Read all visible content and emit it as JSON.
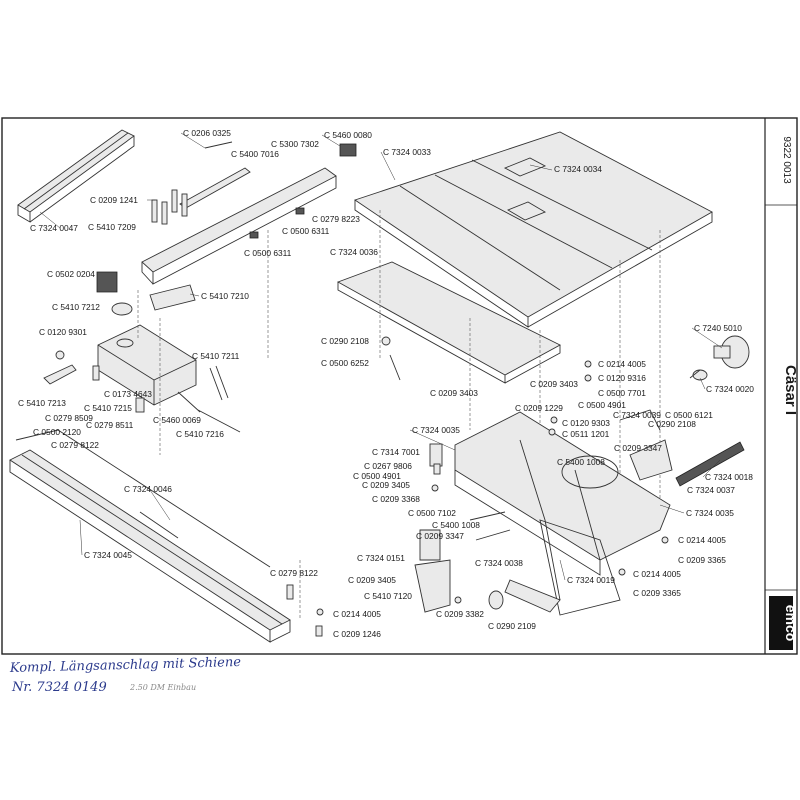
{
  "doc": {
    "number": "9322 0013",
    "model": "Cäsar I",
    "brand": "emco"
  },
  "handwriting": {
    "line1": "Kompl. Längsanschlag mit Schiene",
    "line2": "Nr. 7324 0149",
    "note": "2.50 DM Einbau"
  },
  "labels": {
    "l01": "C 0206 0325",
    "l02": "C 5460 0080",
    "l03": "C 5300 7302",
    "l04": "C 5400 7016",
    "l05": "C 7324 0033",
    "l06": "9322 0013",
    "l07": "C 7324 0034",
    "l08": "C 0209 1241",
    "l09": "C 5410 7209",
    "l10": "C 0279 8223",
    "l11": "C 0500 6311",
    "l12": "C 7324 0047",
    "l13": "C 0500 6311",
    "l14": "C 7324 0036",
    "l15": "C 0502 0204",
    "l16": "C 5410 7212",
    "l17": "C 5410 7210",
    "l18": "C 0120 9301",
    "l19": "C 0290 2108",
    "l20": "C 7240 5010",
    "l21": "C 5410 7211",
    "l22": "C 0500 6252",
    "l23": "C 0214 4005",
    "l24": "C 0120 9316",
    "l25": "C 7324 0020",
    "l26": "C 0209 3403",
    "l27": "C 0209 3403",
    "l28": "C 0500 7701",
    "l29": "C 0173 4643",
    "l30": "C 5410 7213",
    "l31": "C 5410 7215",
    "l32": "C 0209 1229",
    "l33": "C 0500 4901",
    "l34": "C 0279 8509",
    "l35": "C 5460 0069",
    "l36": "C 0279 8511",
    "l37": "C 7324 0039",
    "l38": "C 0500 6121",
    "l39": "C 0120 9303",
    "l40": "C 0290 2108",
    "l41": "C 0511 1201",
    "l42": "C 5410 7216",
    "l43": "C 7324 0035",
    "l44": "C 0500 2120",
    "l45": "C 0279 8122",
    "l46": "C 7314 7001",
    "l47": "C 0209 3347",
    "l48": "C 0267 9806",
    "l49": "C 5400 1008",
    "l50": "C 0500 4901",
    "l51": "C 7324 0018",
    "l52": "C 0209 3405",
    "l53": "C 7324 0037",
    "l54": "C 7324 0046",
    "l55": "C 0209 3368",
    "l56": "C 0500 7102",
    "l57": "C 7324 0035",
    "l58": "C 5400 1008",
    "l59": "C 0209 3347",
    "l60": "C 0214 4005",
    "l61": "C 7324 0045",
    "l62": "C 7324 0151",
    "l63": "C 0209 3365",
    "l64": "C 7324 0038",
    "l65": "C 0214 4005",
    "l66": "C 0279 8122",
    "l67": "C 7324 0019",
    "l68": "C 0209 3405",
    "l69": "C 0209 3365",
    "l70": "C 5410 7120",
    "l71": "C 0214 4005",
    "l72": "C 0209 3382",
    "l73": "C 0209 1246",
    "l74": "C 0290 2109"
  }
}
